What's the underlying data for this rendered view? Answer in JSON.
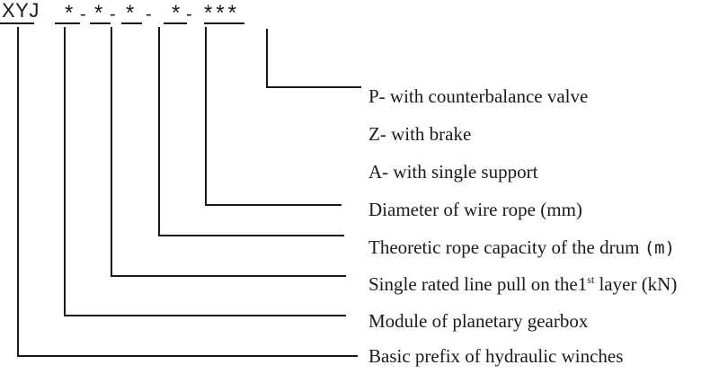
{
  "colors": {
    "ink": "#1a1a1a",
    "background": "#ffffff"
  },
  "code": {
    "prefix": "XYJ",
    "star": "*",
    "separator": "-",
    "triple_star": "***"
  },
  "legend": {
    "option_p": "P- with counterbalance valve",
    "option_z": "Z- with brake",
    "option_a": "A- with single support",
    "rope_diameter": "Diameter of wire rope (mm)",
    "rope_capacity_prefix": "Theoretic rope capacity of the drum ",
    "rope_capacity_unit": "(m)",
    "line_pull_prefix": "Single rated line pull on the1",
    "line_pull_sup": "st",
    "line_pull_suffix": " layer (kN)",
    "gearbox_module": "Module of planetary gearbox",
    "basic_prefix": "Basic prefix of hydraulic winches"
  }
}
